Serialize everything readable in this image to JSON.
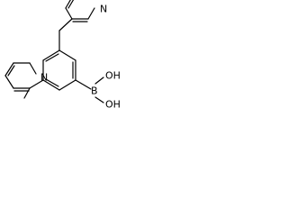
{
  "molecule": {
    "labels": {
      "pyridine_top_n": "N",
      "pyridine_bottom_n": "N",
      "boron": "B",
      "hydroxyl_1": "OH",
      "hydroxyl_2": "OH"
    }
  }
}
